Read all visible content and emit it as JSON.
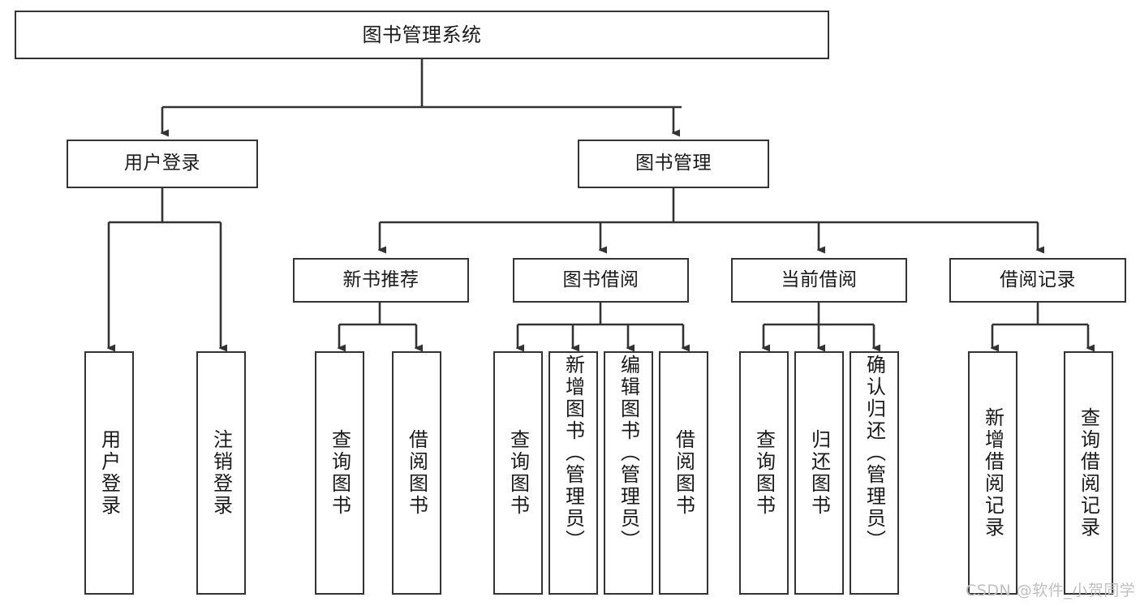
{
  "diagram": {
    "title_text": "图书管理系统",
    "watermark": "CSDN @软件_小贺同学",
    "stroke_color": "#333333",
    "background_color": "#ffffff",
    "text_color": "#1a1a1a",
    "levels": {
      "root": {
        "label": "图书管理系统"
      },
      "level2": [
        {
          "label": "用户登录"
        },
        {
          "label": "图书管理"
        }
      ],
      "level3": [
        {
          "label": "新书推荐"
        },
        {
          "label": "图书借阅"
        },
        {
          "label": "当前借阅"
        },
        {
          "label": "借阅记录"
        }
      ],
      "leaves": {
        "user_login": [
          {
            "label": "用户登录"
          },
          {
            "label": "注销登录"
          }
        ],
        "new_book_recommend": [
          {
            "label": "查询图书"
          },
          {
            "label": "借阅图书"
          }
        ],
        "book_borrow": [
          {
            "label": "查询图书"
          },
          {
            "label": "新增图书（管理员）"
          },
          {
            "label": "编辑图书（管理员）"
          },
          {
            "label": "借阅图书"
          }
        ],
        "current_borrow": [
          {
            "label": "查询图书"
          },
          {
            "label": "归还图书"
          },
          {
            "label": "确认归还（管理员）"
          }
        ],
        "borrow_record": [
          {
            "label": "新增借阅记录"
          },
          {
            "label": "查询借阅记录"
          }
        ]
      }
    }
  }
}
